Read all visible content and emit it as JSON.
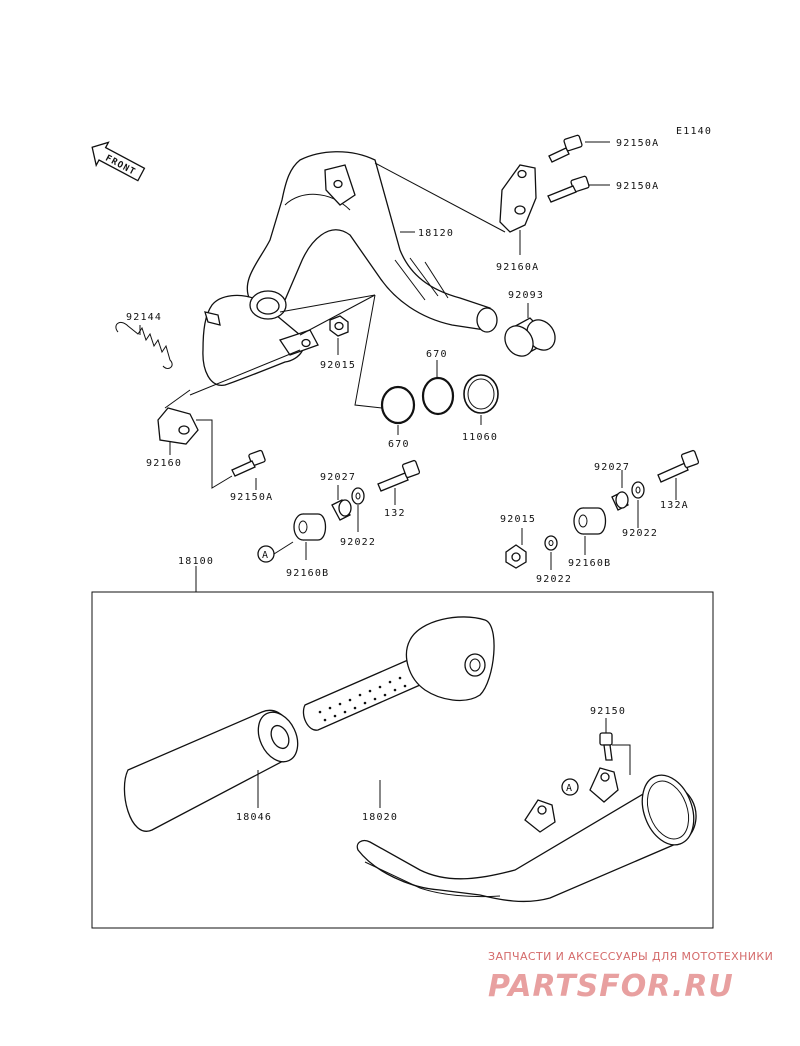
{
  "diagram": {
    "code": "E1140",
    "front_label": "FRONT",
    "parts": {
      "p92150A_1": "92150A",
      "p92150A_2": "92150A",
      "p18120": "18120",
      "p92160A": "92160A",
      "p92093": "92093",
      "p92144": "92144",
      "p92015_1": "92015",
      "p670_1": "670",
      "p670_2": "670",
      "p11060": "11060",
      "p92160": "92160",
      "p92150A_3": "92150A",
      "p92027_1": "92027",
      "p92022_1": "92022",
      "p132": "132",
      "p92160B_1": "92160B",
      "p92027_2": "92027",
      "p132A": "132A",
      "p92022_2": "92022",
      "p92015_2": "92015",
      "p92022_3": "92022",
      "p92160B_2": "92160B",
      "p18100": "18100",
      "p92150": "92150",
      "p18046": "18046",
      "p18020": "18020"
    },
    "ref_a": "A"
  },
  "watermark": {
    "tagline": "ЗАПЧАСТИ И АКСЕССУАРЫ ДЛЯ МОТОТЕХНИКИ",
    "brand": "PARTSFOR.RU",
    "color": "#e8a0a0"
  }
}
